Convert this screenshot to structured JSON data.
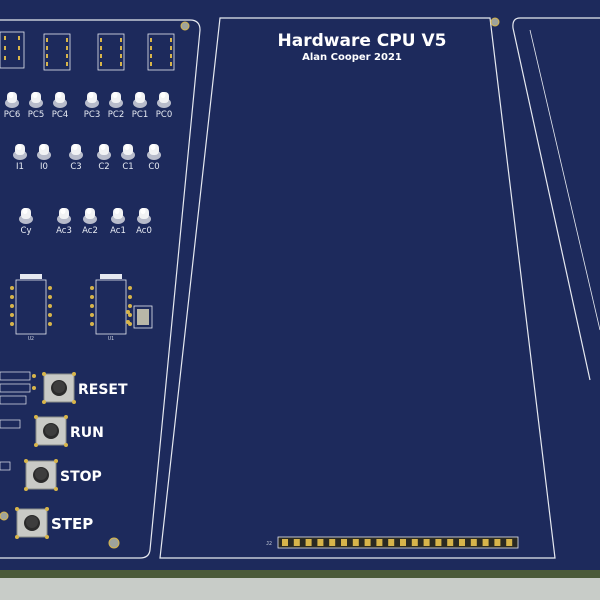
{
  "board": {
    "title": "Hardware CPU V5",
    "subtitle": "Alan Cooper 2021",
    "connector_ref": "J2"
  },
  "led_rows": [
    {
      "labels": [
        "PC6",
        "PC5",
        "PC4",
        "PC3",
        "PC2",
        "PC1",
        "PC0"
      ]
    },
    {
      "labels": [
        "I1",
        "I0",
        "C3",
        "C2",
        "C1",
        "C0"
      ]
    },
    {
      "labels": [
        "Cy",
        "Ac3",
        "Ac2",
        "Ac1",
        "Ac0"
      ]
    }
  ],
  "buttons": [
    {
      "label": "RESET"
    },
    {
      "label": "RUN"
    },
    {
      "label": "STOP"
    },
    {
      "label": "STEP"
    }
  ],
  "ic_refs": [
    "U1",
    "U2"
  ],
  "colors": {
    "background": "#c8ccc8",
    "pcb": "#1d2a5c",
    "silkscreen": "#ffffff",
    "pad": "#d8b54a"
  }
}
